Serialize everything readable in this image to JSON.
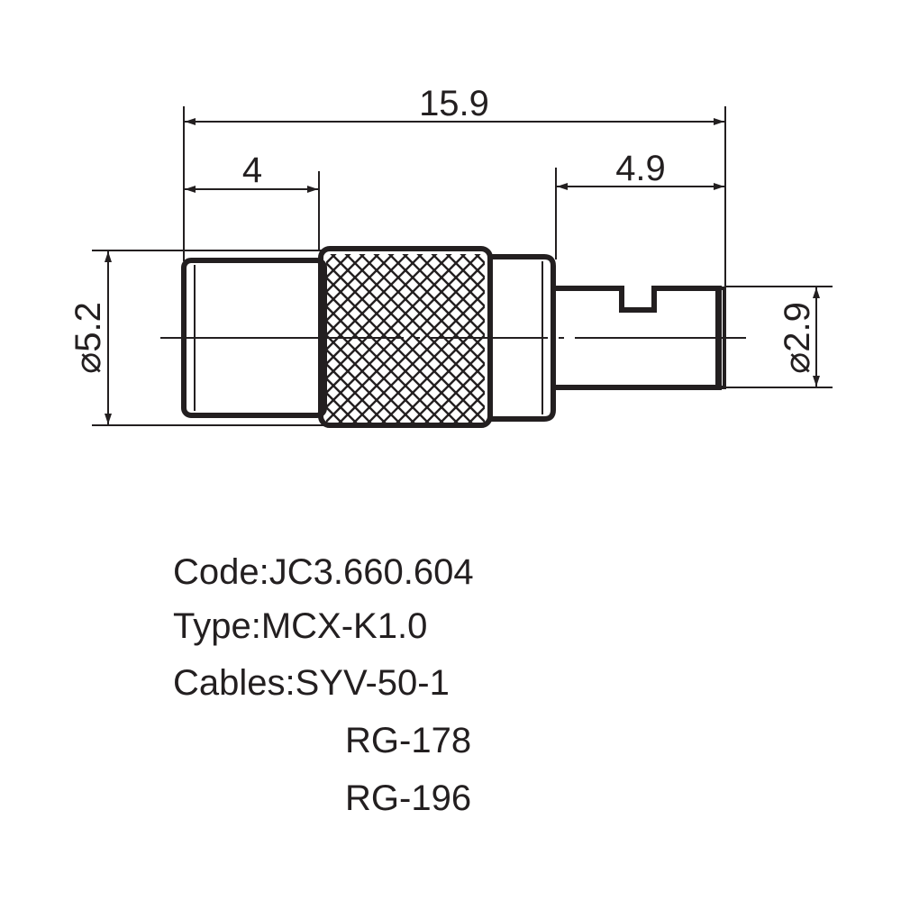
{
  "dimensions": {
    "overall_length": "15.9",
    "rear_length": "4",
    "pin_length": "4.9",
    "body_diameter": "⌀5.2",
    "pin_diameter": "⌀2.9"
  },
  "specs": {
    "code": "Code:JC3.660.604",
    "type": "Type:MCX-K1.0",
    "cables": "Cables:SYV-50-1",
    "cable_2": "RG-178",
    "cable_3": "RG-196"
  },
  "colors": {
    "ink": "#231f20",
    "background": "#ffffff"
  }
}
